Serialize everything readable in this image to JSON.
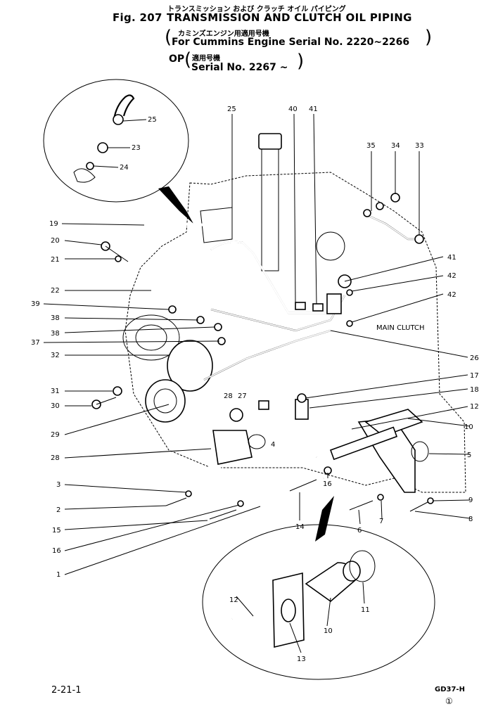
{
  "header": {
    "jp_title": "トランスミッション および クラッチ オイル パイピング",
    "fig_label": "Fig. 207",
    "title_en": "TRANSMISSION AND CLUTCH OIL PIPING",
    "jp_sub1": "カミンズエンジン用適用号機",
    "sub1_en": "For Cummins Engine Serial No. 2220~2266",
    "op_label": "OP",
    "jp_sub2": "適用号機",
    "sub2_en": "Serial No. 2267 ~",
    "paren_open": "(",
    "paren_close": ")"
  },
  "annotation": {
    "main_clutch": "MAIN CLUTCH"
  },
  "footer": {
    "page_ref": "2-21-1",
    "model": "GD37-H",
    "revision": "①"
  },
  "callouts": {
    "c25a": "25",
    "c23": "23",
    "c24": "24",
    "c25": "25",
    "c40": "40",
    "c41": "41",
    "c35": "35",
    "c34": "34",
    "c33": "33",
    "c19": "19",
    "c20": "20",
    "c21": "21",
    "c22": "22",
    "c39": "39",
    "c38a": "38",
    "c38b": "38",
    "c37": "37",
    "c32": "32",
    "c31": "31",
    "c30": "30",
    "c29": "29",
    "c28a": "28",
    "c28b": "28",
    "c27": "27",
    "c4": "4",
    "c3": "3",
    "c2": "2",
    "c15": "15",
    "c16a": "16",
    "c16b": "16",
    "c1": "1",
    "c14": "14",
    "c6": "6",
    "c7": "7",
    "c41b": "41",
    "c42a": "42",
    "c42b": "42",
    "c26": "26",
    "c17": "17",
    "c18": "18",
    "c12a": "12",
    "c10a": "10",
    "c5": "5",
    "c9": "9",
    "c8": "8",
    "c12b": "12",
    "c13": "13",
    "c10b": "10",
    "c11": "11"
  }
}
